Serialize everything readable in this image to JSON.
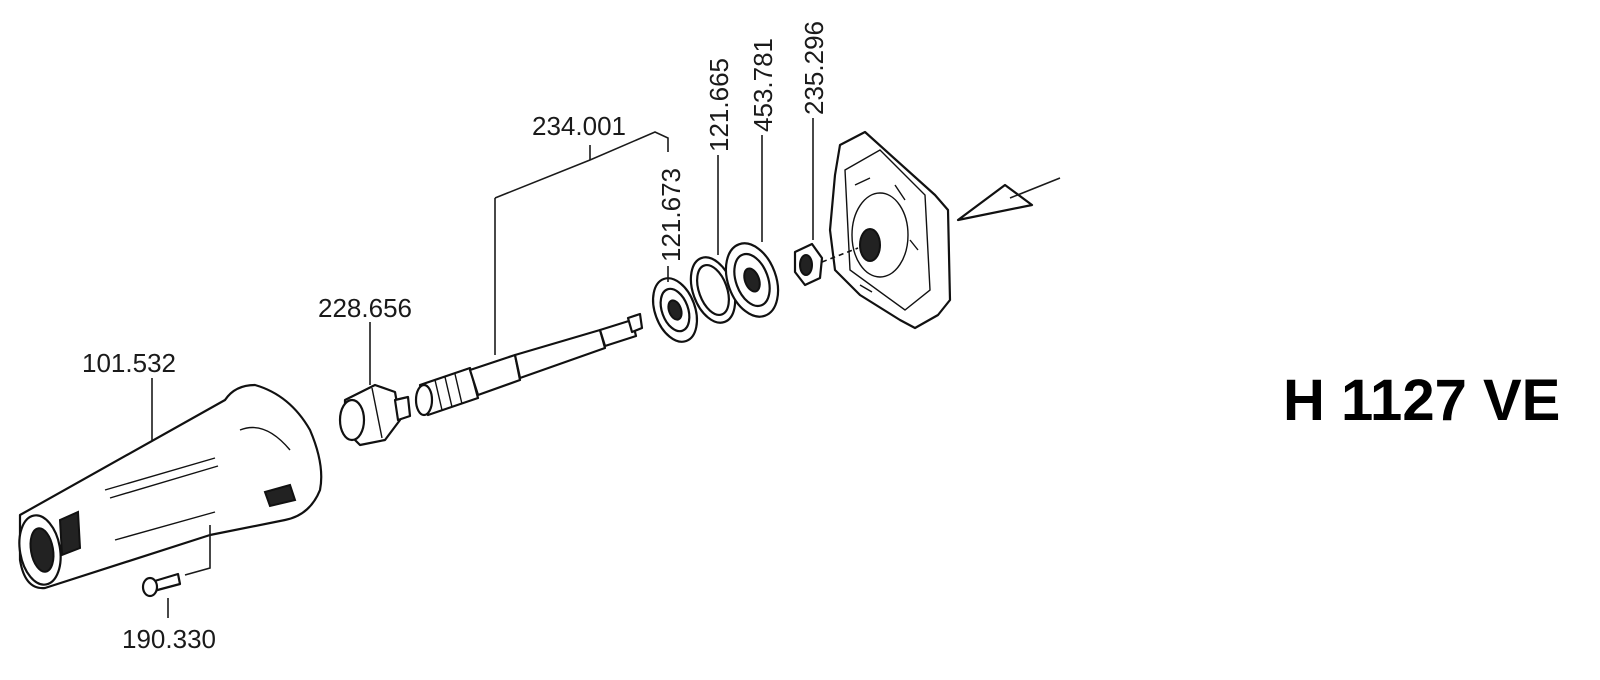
{
  "model": "H 1127 VE",
  "parts": {
    "p101532": "101.532",
    "p190330": "190.330",
    "p228656": "228.656",
    "p234001": "234.001",
    "p121673": "121.673",
    "p121665": "121.665",
    "p453781": "453.781",
    "p235296": "235.296"
  }
}
